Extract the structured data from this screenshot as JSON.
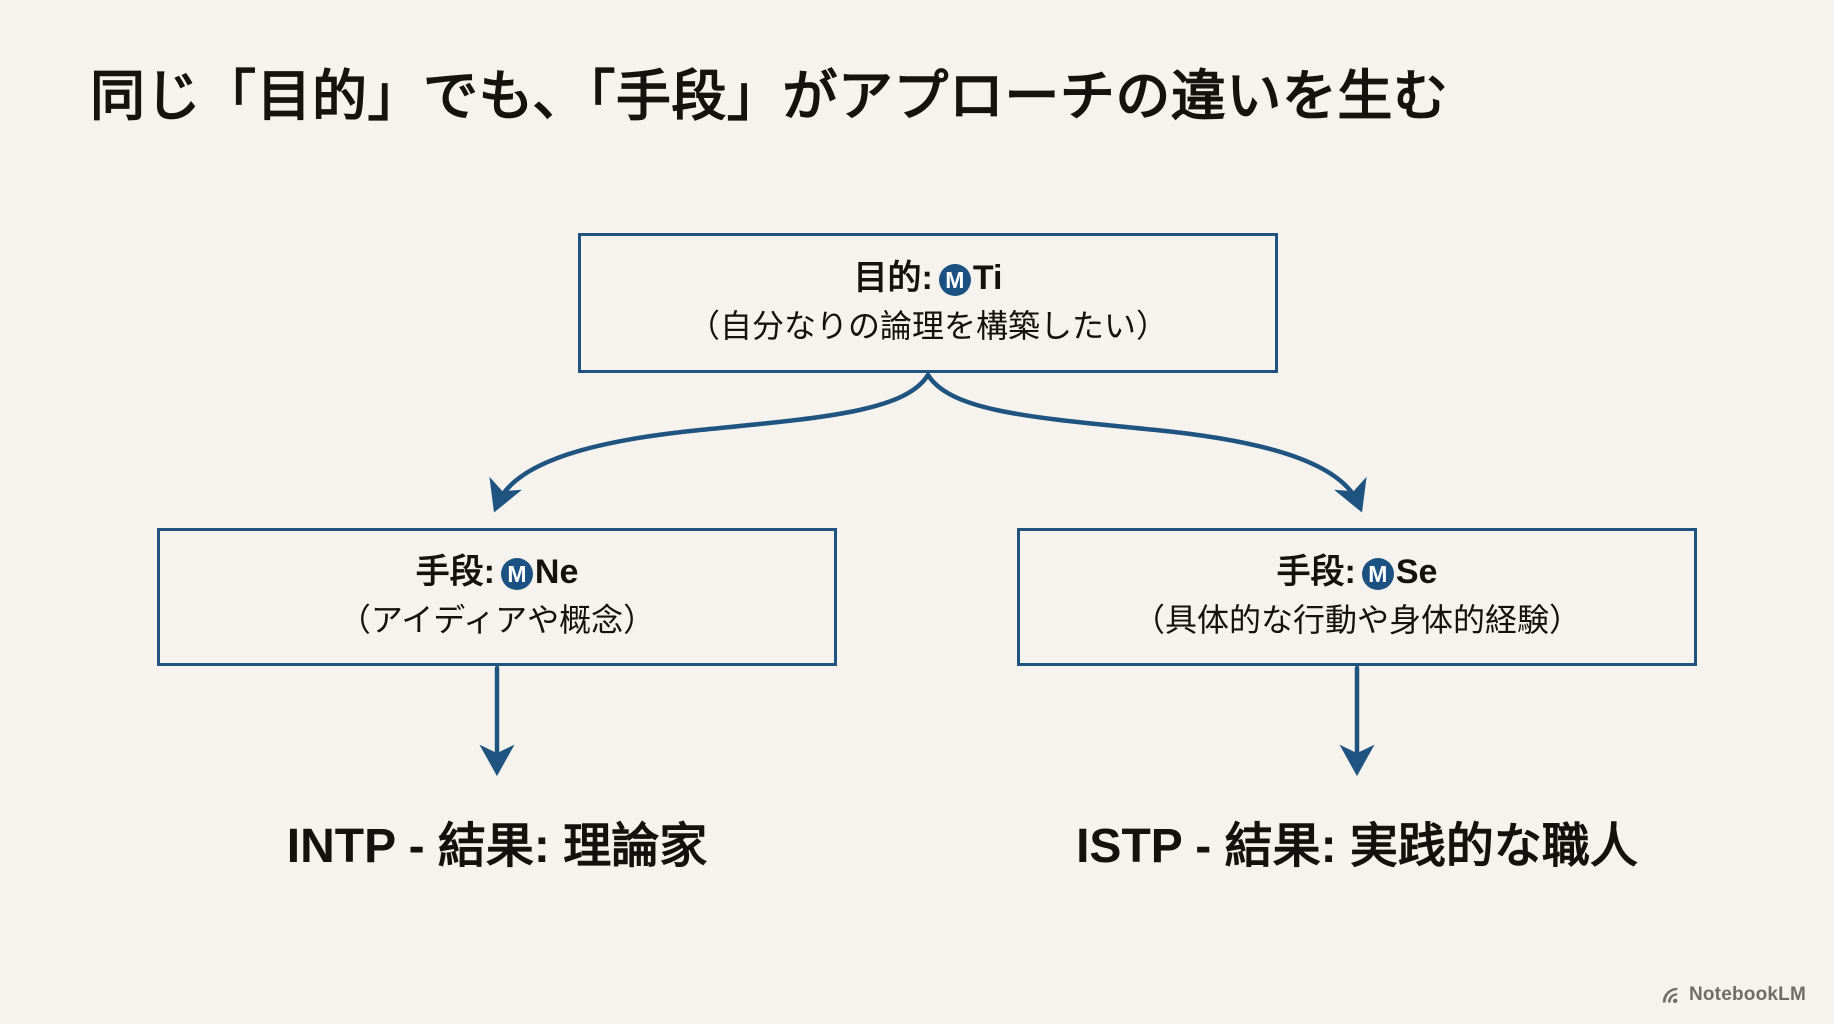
{
  "slide": {
    "background_color": "#f6f3ee",
    "accent_color": "#1f5480",
    "text_color": "#14120f",
    "title": "同じ「目的」でも、「手段」がアプローチの違いを生む"
  },
  "diagram": {
    "type": "flow-tree",
    "goal_node": {
      "label_prefix": "目的:",
      "badge": "M",
      "function_code": "Ti",
      "description": "（自分なりの論理を構築したい）"
    },
    "branches": [
      {
        "side": "left",
        "label_prefix": "手段:",
        "badge": "M",
        "function_code": "Ne",
        "description": "（アイディアや概念）",
        "result": "INTP - 結果: 理論家"
      },
      {
        "side": "right",
        "label_prefix": "手段:",
        "badge": "M",
        "function_code": "Se",
        "description": "（具体的な行動や身体的経験）",
        "result": "ISTP - 結果: 実践的な職人"
      }
    ]
  },
  "watermark": {
    "text": "NotebookLM",
    "icon": "notebooklm-logo-icon"
  }
}
